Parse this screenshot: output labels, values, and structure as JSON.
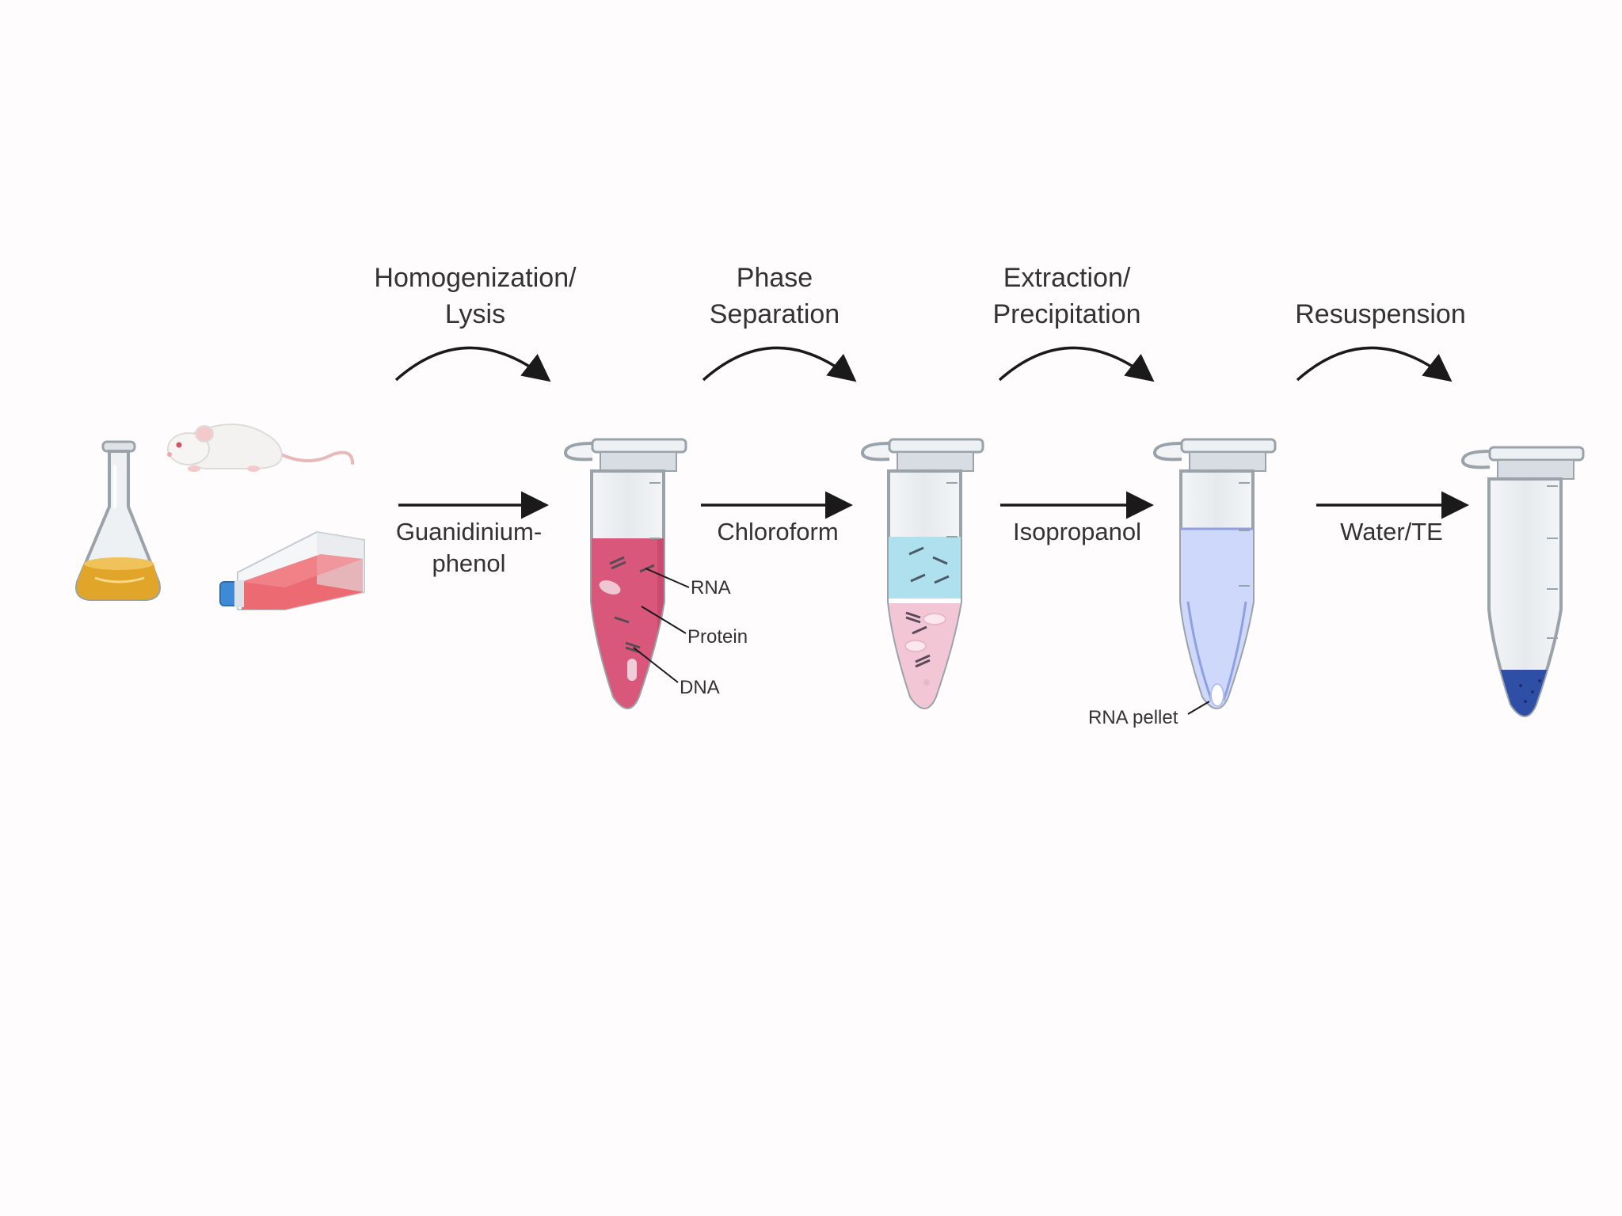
{
  "steps": [
    {
      "title_line1": "Homogenization/",
      "title_line2": "Lysis",
      "reagent_line1": "Guanidinium-",
      "reagent_line2": "phenol"
    },
    {
      "title_line1": "Phase",
      "title_line2": "Separation",
      "reagent_line1": "Chloroform",
      "reagent_line2": ""
    },
    {
      "title_line1": "Extraction/",
      "title_line2": "Precipitation",
      "reagent_line1": "Isopropanol",
      "reagent_line2": ""
    },
    {
      "title_line1": "Resuspension",
      "title_line2": "",
      "reagent_line1": "Water/TE",
      "reagent_line2": ""
    }
  ],
  "callouts": {
    "rna": "RNA",
    "protein": "Protein",
    "dna": "DNA",
    "rna_pellet": "RNA pellet"
  },
  "icons": {
    "sources": [
      "flask-icon",
      "mouse-icon",
      "cell-culture-flask-icon"
    ],
    "tubes": [
      "lysate-tube-icon",
      "phase-separated-tube-icon",
      "rna-pellet-tube-icon",
      "resuspended-rna-tube-icon"
    ]
  },
  "colors": {
    "text": "#333333",
    "arrow": "#1a1a1a",
    "lysate": "#d9577a",
    "aqueous_phase": "#aee0ee",
    "organic_phase": "#f3c6d6",
    "isopropanol": "#cdd8fb",
    "resuspended_rna": "#2f4fa6",
    "flask_liquid": "#e1a52a",
    "culture_medium": "#ec6b72",
    "cap_blue": "#3e8ad6"
  }
}
